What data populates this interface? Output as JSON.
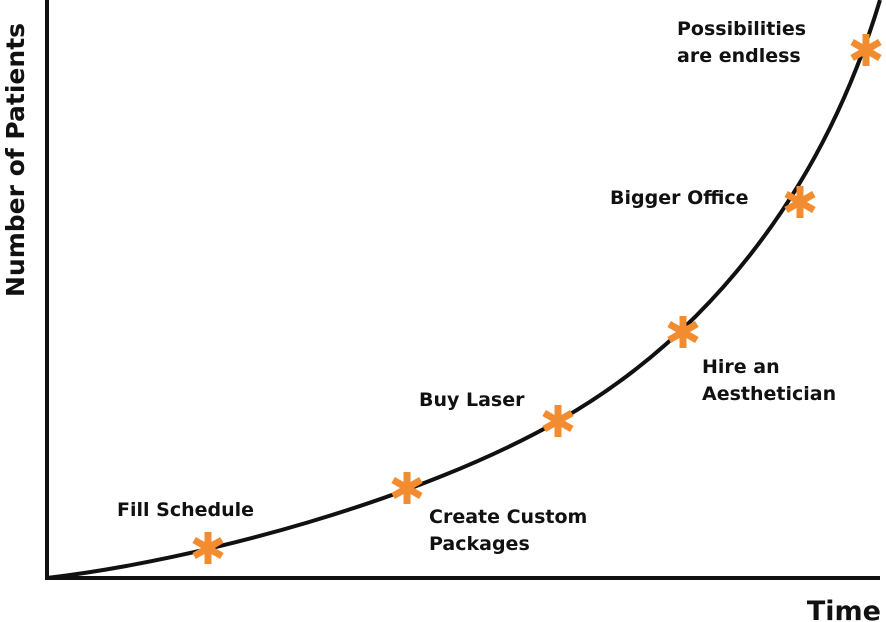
{
  "axes": {
    "y_title": "Number of Patients",
    "x_title": "Time"
  },
  "milestones": [
    {
      "lines": [
        "Fill Schedule"
      ]
    },
    {
      "lines": [
        "Create Custom",
        "Packages"
      ]
    },
    {
      "lines": [
        "Buy Laser"
      ]
    },
    {
      "lines": [
        "Hire an",
        "Aesthetician"
      ]
    },
    {
      "lines": [
        "Bigger Office"
      ]
    },
    {
      "lines": [
        "Possibilities",
        "are endless"
      ]
    }
  ],
  "colors": {
    "marker": "#F28C30",
    "line": "#111111"
  }
}
